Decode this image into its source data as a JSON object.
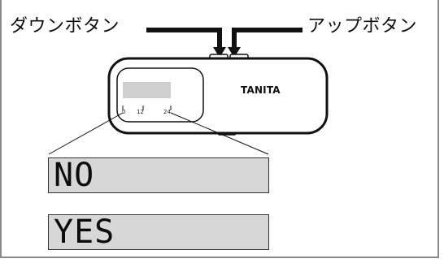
{
  "labels": {
    "down_button": "ダウンボタン",
    "up_button": "アップボタン"
  },
  "device": {
    "brand": "TANITA",
    "scale_ticks": [
      "0",
      "12",
      "24"
    ]
  },
  "displays": [
    {
      "text": "NO"
    },
    {
      "text": "YES"
    }
  ],
  "colors": {
    "lcd_background": "#d7d7d7",
    "lcd_bar": "#cfcfcf",
    "outline": "#111111",
    "frame": "#8a8a8a"
  }
}
